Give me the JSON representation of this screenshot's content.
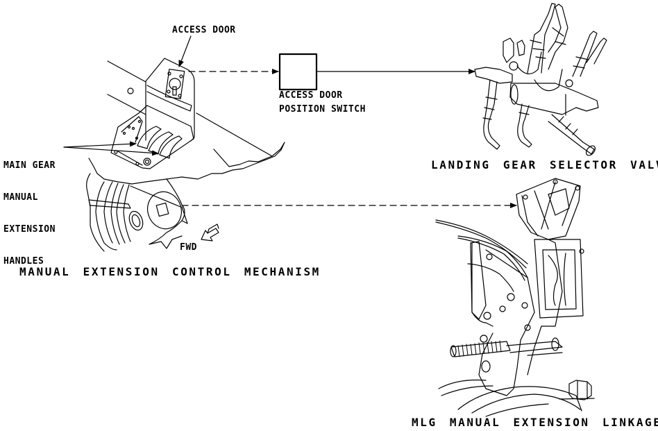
{
  "figure": {
    "callouts": {
      "access_door": "ACCESS DOOR",
      "switch_line1": "ACCESS DOOR",
      "switch_line2": "POSITION SWITCH",
      "handles_lines": [
        "MAIN GEAR",
        "MANUAL",
        "EXTENSION",
        "HANDLES"
      ],
      "fwd": "FWD"
    },
    "captions": {
      "control_mechanism": "MANUAL EXTENSION CONTROL MECHANISM",
      "selector_valve": "LANDING GEAR SELECTOR VALVE",
      "linkage": "MLG MANUAL EXTENSION LINKAGE"
    },
    "connections": [
      {
        "from": "access-door",
        "to": "access-door-position-switch",
        "style": "dashed"
      },
      {
        "from": "access-door-position-switch",
        "to": "landing-gear-selector-valve",
        "style": "solid"
      },
      {
        "from": "manual-extension-control-mechanism",
        "to": "mlg-manual-extension-linkage",
        "style": "dashed"
      }
    ]
  }
}
